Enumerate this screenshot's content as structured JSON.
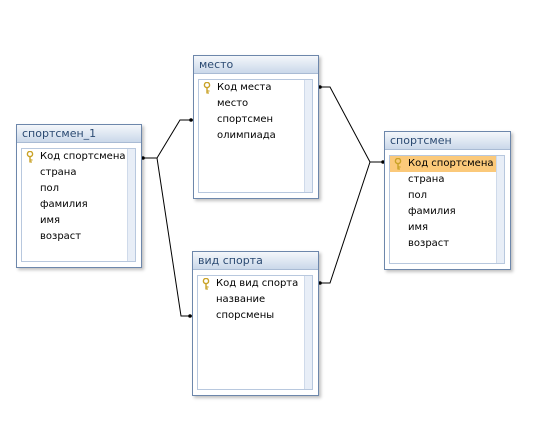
{
  "tables": {
    "sportsmen1": {
      "title": "спортсмен_1",
      "fields": [
        "Код спортсмена",
        "страна",
        "пол",
        "фамилия",
        "имя",
        "возраст"
      ]
    },
    "mesto": {
      "title": "место",
      "fields": [
        "Код места",
        "место",
        "спортсмен",
        "олимпиада"
      ]
    },
    "vid_sporta": {
      "title": "вид спорта",
      "fields": [
        "Код вид спорта",
        "название",
        "спорсмены"
      ]
    },
    "sportsmen": {
      "title": "спортсмен",
      "fields": [
        "Код спортсмена",
        "страна",
        "пол",
        "фамилия",
        "имя",
        "возраст"
      ]
    }
  },
  "colors": {
    "header_text": "#2b4a72",
    "border": "#6d87ab",
    "highlight": "#fbc97a",
    "key_icon": "#c9a227"
  },
  "icons": {
    "primary_key": "key-icon"
  }
}
